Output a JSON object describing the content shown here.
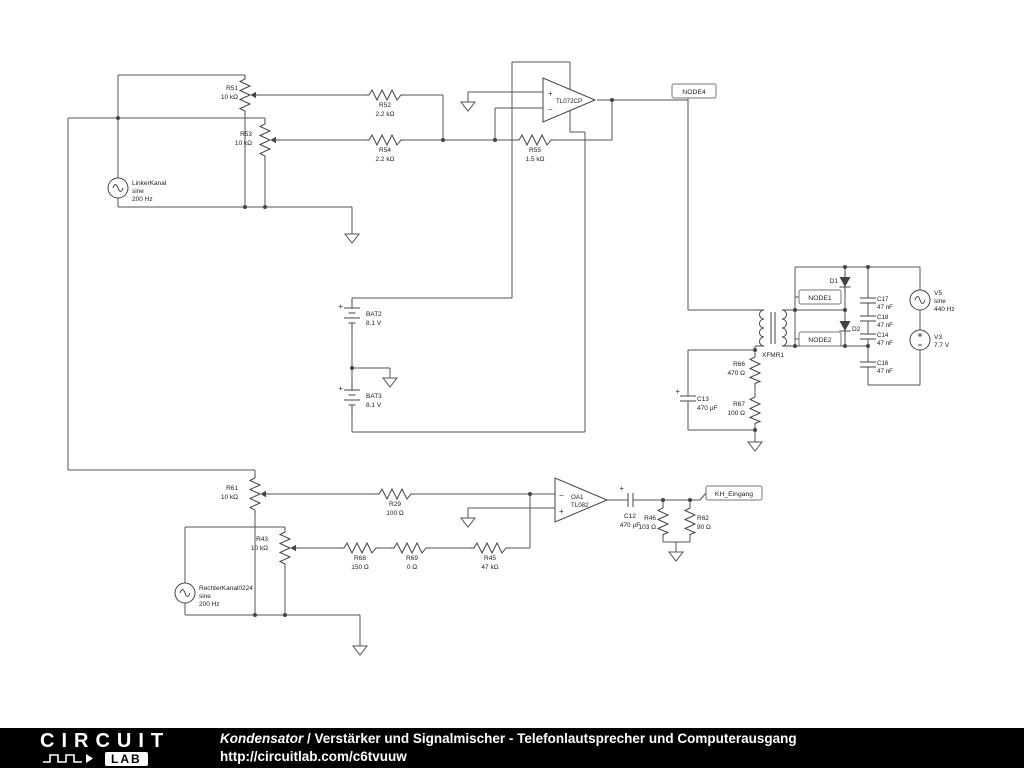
{
  "sym": {
    "plus": "+",
    "minus": "−"
  },
  "c": {
    "r51": {
      "n": "R51",
      "v": "10 kΩ"
    },
    "r52": {
      "n": "R52",
      "v": "2.2 kΩ"
    },
    "r53": {
      "n": "R53",
      "v": "10 kΩ"
    },
    "r54": {
      "n": "R54",
      "v": "2.2 kΩ"
    },
    "r55": {
      "n": "R55",
      "v": "1.5 kΩ"
    },
    "u1": {
      "n": "TL072CP"
    },
    "vleft": {
      "n": "LinkerKanal",
      "w": "sine",
      "f": "200 Hz"
    },
    "vright": {
      "n": "RechterKanal0224",
      "w": "sine",
      "f": "200 Hz"
    },
    "bat2": {
      "n": "BAT2",
      "v": "8.1 V"
    },
    "bat3": {
      "n": "BAT3",
      "v": "8.1 V"
    },
    "xfmr": {
      "n": "XFMR1"
    },
    "d1": {
      "n": "D1"
    },
    "d2": {
      "n": "D2"
    },
    "c17": {
      "n": "C17",
      "v": "47 nF"
    },
    "c18": {
      "n": "C18",
      "v": "47 nF"
    },
    "c14": {
      "n": "C14",
      "v": "47 nF"
    },
    "c16": {
      "n": "C16",
      "v": "47 nF"
    },
    "v5": {
      "n": "V5",
      "w": "sine",
      "f": "440 Hz"
    },
    "v3": {
      "n": "V3",
      "v": "7.7 V"
    },
    "r66": {
      "n": "R66",
      "v": "470 Ω"
    },
    "r67": {
      "n": "R67",
      "v": "100 Ω"
    },
    "c13": {
      "n": "C13",
      "v": "470 µF"
    },
    "r61": {
      "n": "R61",
      "v": "10 kΩ"
    },
    "r29": {
      "n": "R29",
      "v": "100 Ω"
    },
    "r43": {
      "n": "R43",
      "v": "10 kΩ"
    },
    "r68": {
      "n": "R68",
      "v": "150 Ω"
    },
    "r69": {
      "n": "R69",
      "v": "0 Ω"
    },
    "r45": {
      "n": "R45",
      "v": "47 kΩ"
    },
    "oa1": {
      "n": "OA1",
      "t": "TL082"
    },
    "c12": {
      "n": "C12",
      "v": "470 µF"
    },
    "r46": {
      "n": "R46",
      "v": "103 Ω"
    },
    "r62": {
      "n": "R62",
      "v": "90 Ω"
    }
  },
  "flags": {
    "node4": "NODE4",
    "node1": "NODE1",
    "node2": "NODE2",
    "kh": "KH_Eingang"
  },
  "footer": {
    "logo1": "CIRCUIT",
    "logo2": "LAB",
    "t_i": "Kondensator",
    "t_sep": " / ",
    "t_b": "Verstärker und Signalmischer - Telefonlautsprecher und Computerausgang",
    "url": "http://circuitlab.com/c6tvuuw"
  }
}
